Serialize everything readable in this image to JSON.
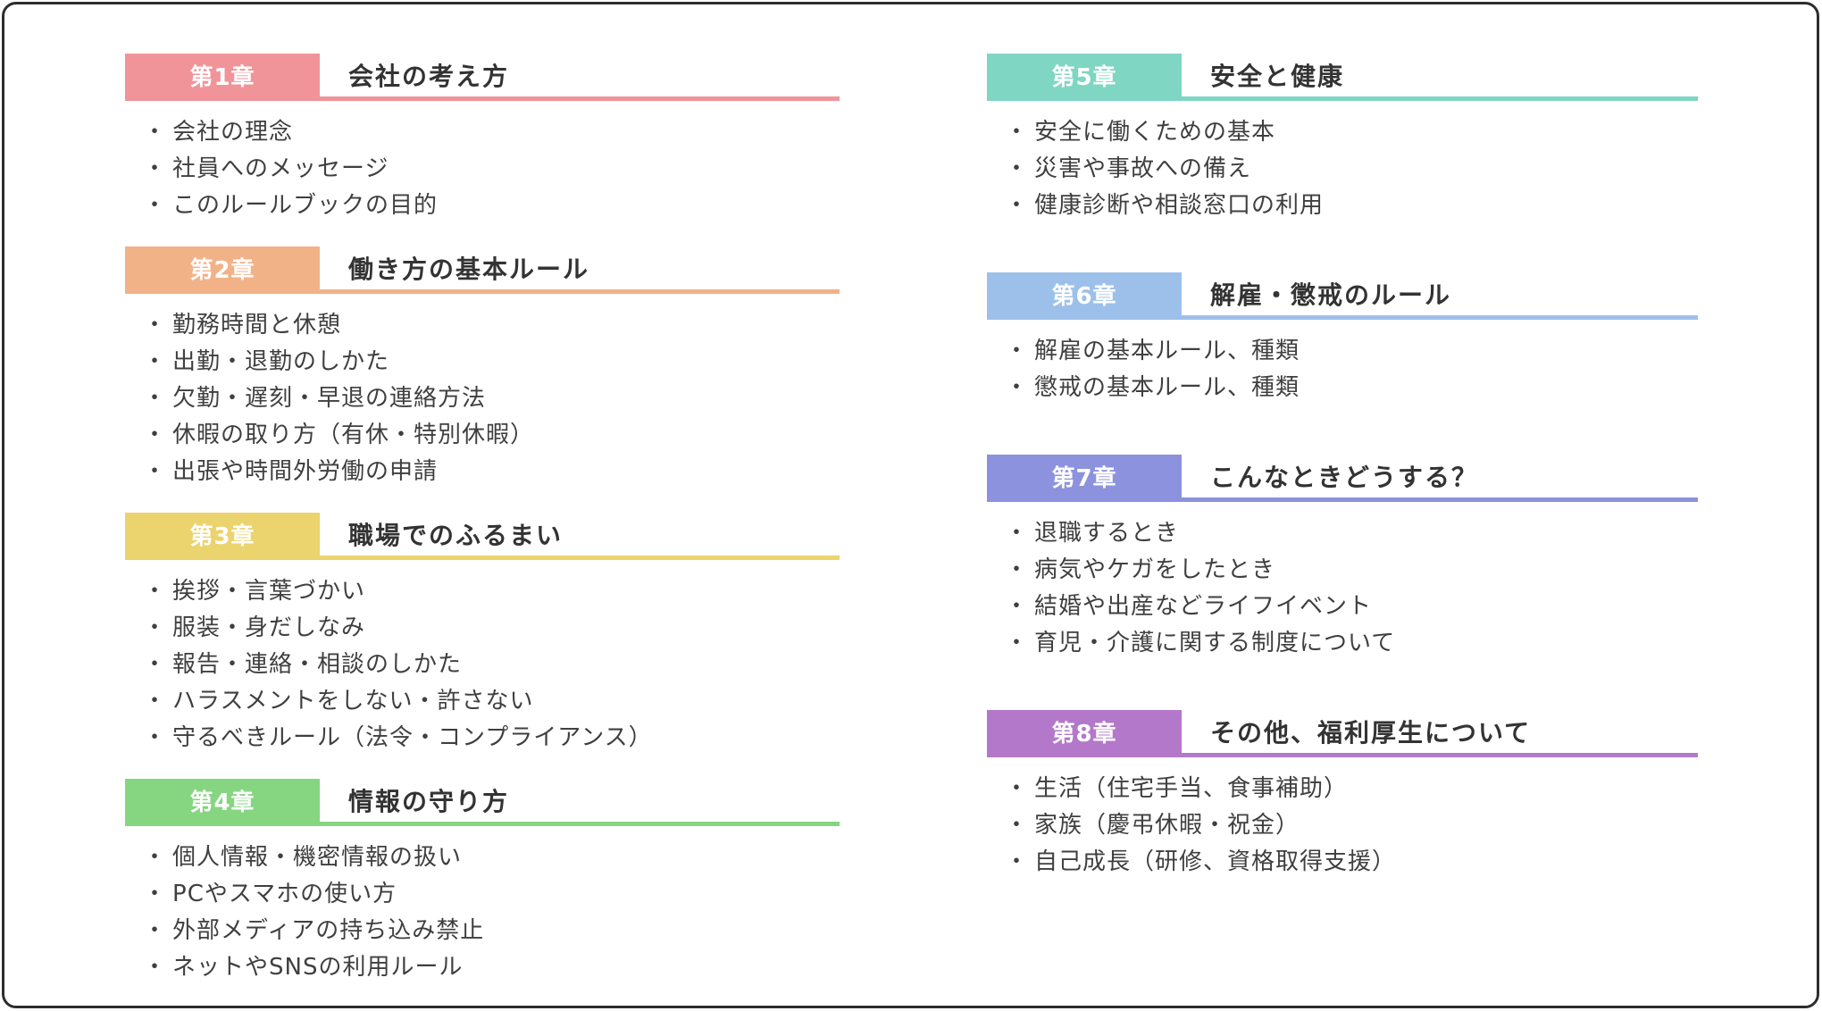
{
  "page": {
    "bullet": "・",
    "border_color": "#2d2d2d",
    "background": "#ffffff"
  },
  "columns": [
    {
      "sections": [
        {
          "badge": "第1章",
          "title": "会社の考え方",
          "color": "#F09499",
          "items": [
            "会社の理念",
            "社員へのメッセージ",
            "このルールブックの目的"
          ]
        },
        {
          "badge": "第2章",
          "title": "働き方の基本ルール",
          "color": "#F2B287",
          "items": [
            "勤務時間と休憩",
            "出勤・退勤のしかた",
            "欠勤・遅刻・早退の連絡方法",
            "休暇の取り方（有休・特別休暇）",
            "出張や時間外労働の申請"
          ]
        },
        {
          "badge": "第3章",
          "title": "職場でのふるまい",
          "color": "#EBD36E",
          "items": [
            "挨拶・言葉づかい",
            "服装・身だしなみ",
            "報告・連絡・相談のしかた",
            "ハラスメントをしない・許さない",
            "守るべきルール（法令・コンプライアンス）"
          ]
        },
        {
          "badge": "第4章",
          "title": "情報の守り方",
          "color": "#86D581",
          "items": [
            "個人情報・機密情報の扱い",
            "PCやスマホの使い方",
            "外部メディアの持ち込み禁止",
            "ネットやSNSの利用ルール"
          ]
        }
      ]
    },
    {
      "sections": [
        {
          "badge": "第5章",
          "title": "安全と健康",
          "color": "#7FD6C2",
          "items": [
            "安全に働くための基本",
            "災害や事故への備え",
            "健康診断や相談窓口の利用"
          ]
        },
        {
          "badge": "第6章",
          "title": "解雇・懲戒のルール",
          "color": "#9DC0EB",
          "items": [
            "解雇の基本ルール、種類",
            "懲戒の基本ルール、種類"
          ]
        },
        {
          "badge": "第7章",
          "title": "こんなときどうする？",
          "color": "#8C92DE",
          "items": [
            "退職するとき",
            "病気やケガをしたとき",
            "結婚や出産などライフイベント",
            "育児・介護に関する制度について"
          ]
        },
        {
          "badge": "第8章",
          "title": "その他、福利厚生について",
          "color": "#B378C9",
          "items": [
            "生活（住宅手当、食事補助）",
            "家族（慶弔休暇・祝金）",
            "自己成長（研修、資格取得支援）"
          ]
        }
      ]
    }
  ]
}
